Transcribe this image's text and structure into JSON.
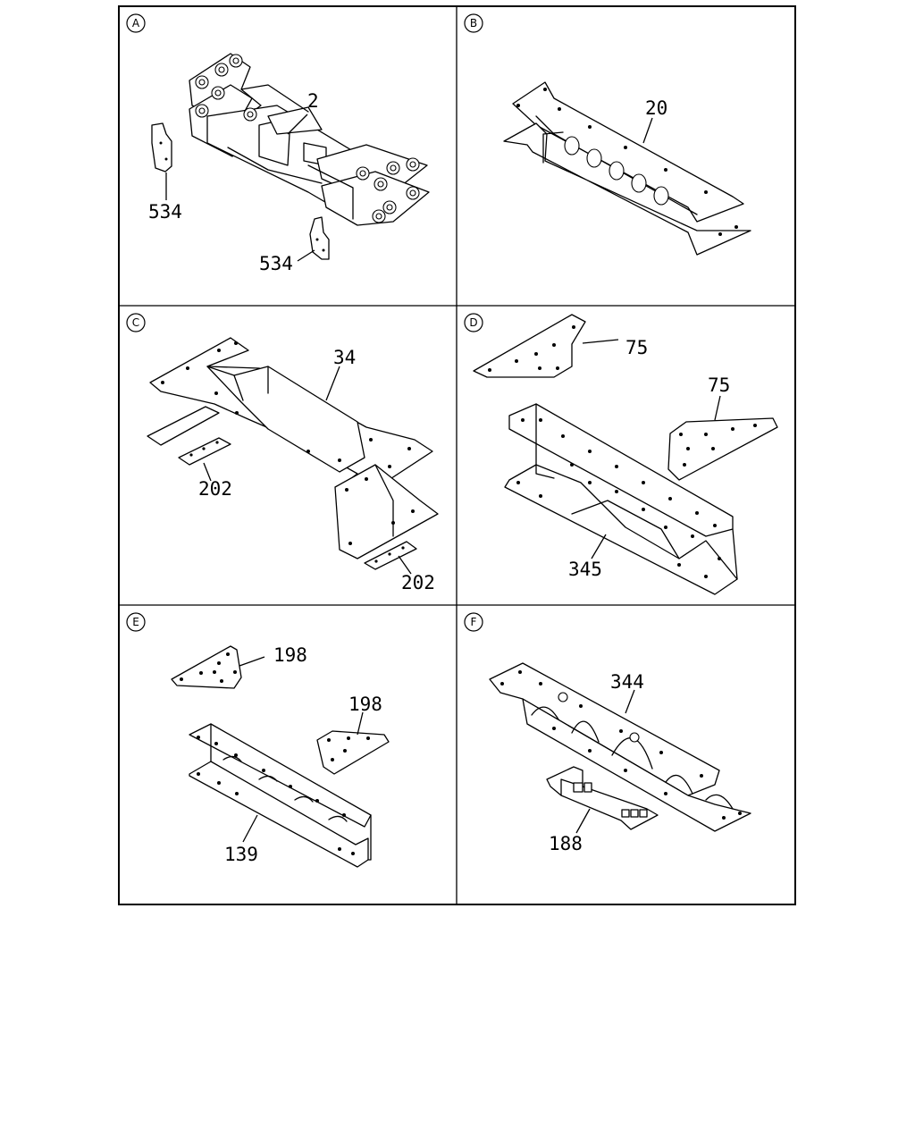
{
  "panels": [
    {
      "id": "A",
      "callouts": [
        "2",
        "534",
        "534"
      ]
    },
    {
      "id": "B",
      "callouts": [
        "20"
      ]
    },
    {
      "id": "C",
      "callouts": [
        "34",
        "202",
        "202"
      ]
    },
    {
      "id": "D",
      "callouts": [
        "75",
        "75",
        "345"
      ]
    },
    {
      "id": "E",
      "callouts": [
        "198",
        "198",
        "139"
      ]
    },
    {
      "id": "F",
      "callouts": [
        "344",
        "188"
      ]
    }
  ]
}
